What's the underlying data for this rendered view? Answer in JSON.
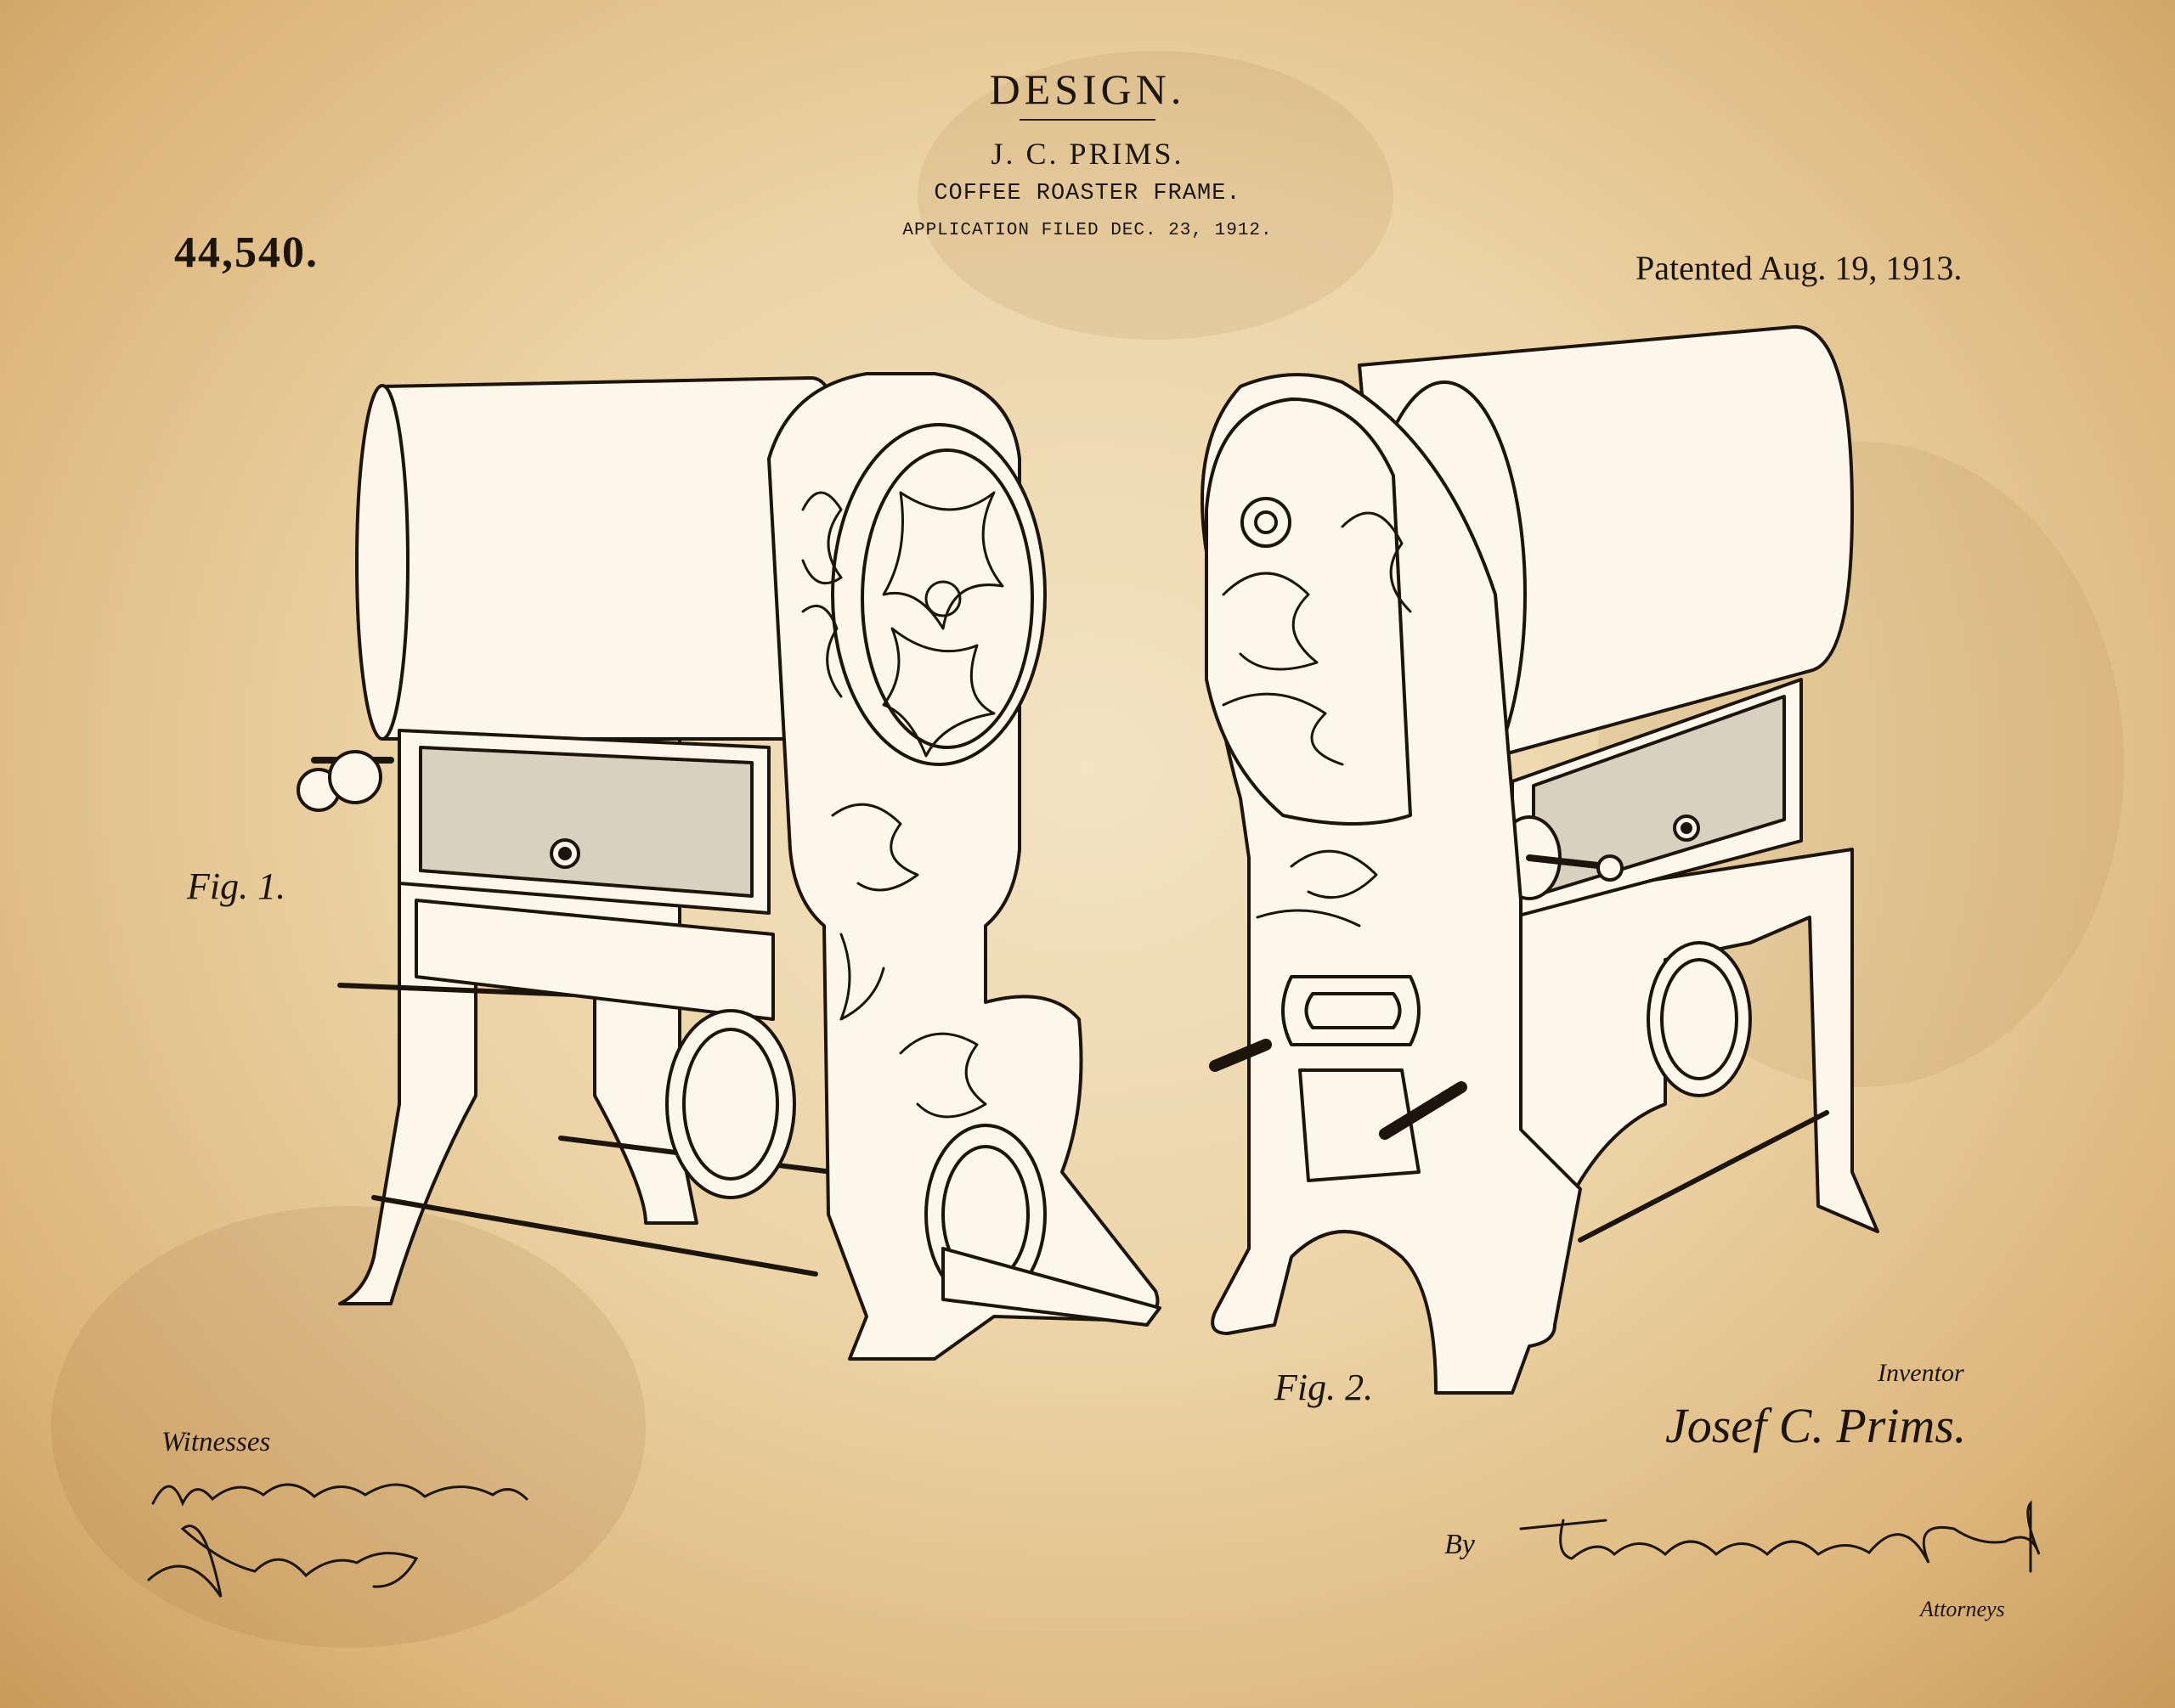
{
  "header": {
    "title": "DESIGN.",
    "inventor": "J. C. PRIMS.",
    "subject": "COFFEE ROASTER FRAME.",
    "filed": "APPLICATION FILED DEC. 23, 1912."
  },
  "patent": {
    "number": "44,540.",
    "patented": "Patented Aug. 19, 1913."
  },
  "figures": {
    "fig1_label": "Fig. 1.",
    "fig2_label": "Fig. 2."
  },
  "signatures": {
    "witnesses_label": "Witnesses",
    "inventor_label": "Inventor",
    "inventor_name": "Josef C. Prims.",
    "by_label": "By",
    "attorneys_name": "Toulmin & Reed.",
    "attorneys_label": "Attorneys"
  },
  "colors": {
    "paper": "#ebd3a5",
    "drawing_fill": "#fdf6ea",
    "ink": "#1d140c"
  }
}
